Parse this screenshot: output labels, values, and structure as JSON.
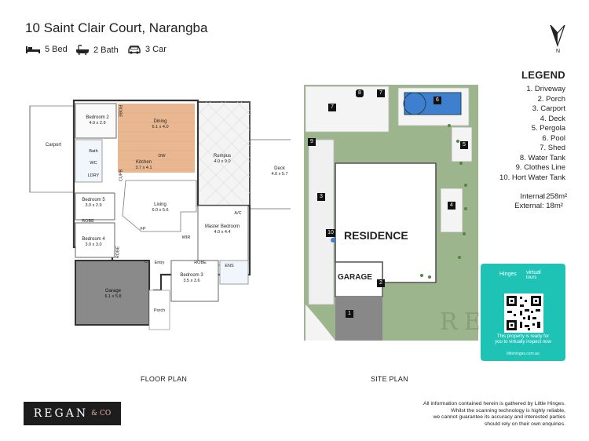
{
  "address": "10 Saint Clair Court, Narangba",
  "features": [
    {
      "icon": "bed-icon",
      "label": "5 Bed"
    },
    {
      "icon": "bath-icon",
      "label": "2 Bath"
    },
    {
      "icon": "car-icon",
      "label": "3 Car"
    }
  ],
  "north_label": "N",
  "legend": {
    "title": "LEGEND",
    "items": [
      "1. Driveway",
      "2. Porch",
      "3. Carport",
      "4. Deck",
      "5. Pergola",
      "6. Pool",
      "7. Shed",
      "8. Water Tank",
      "9. Clothes Line",
      "10. Hort Water Tank"
    ]
  },
  "areas": {
    "internal_label": "Internal",
    "internal_value": ": 258m²",
    "external_label": "External",
    "external_value": ": 18m²"
  },
  "floor_plan": {
    "caption": "FLOOR PLAN",
    "rooms": {
      "bedroom2": "Bedroom 2",
      "bedroom2_size": "4.0 x 2.9",
      "dining": "Dining",
      "dining_size": "6.1 x 4.0",
      "kitchen": "Kitchen",
      "kitchen_size": "3.7 x 4.1",
      "rumpus": "Rumpus",
      "rumpus_size": "4.0 x 9.0",
      "deck": "Deck",
      "deck_size": "4.0 x 5.7",
      "carport": "Carport",
      "bath": "Bath",
      "wc": "WC",
      "ldry": "LDRY",
      "bedroom5": "Bedroom 5",
      "bedroom5_size": "3.0 x 2.9",
      "living": "Living",
      "living_size": "6.0 x 5.6",
      "master": "Master Bedroom",
      "master_size": "4.0 x 4.4",
      "bedroom4": "Bedroom 4",
      "bedroom4_size": "3.0 x 3.0",
      "garage": "Garage",
      "garage_size": "6.1 x 5.8",
      "bedroom3": "Bedroom 3",
      "bedroom3_size": "3.5 x 3.6",
      "entry": "Entry",
      "porch": "Porch",
      "ens": "ENS",
      "wir": "WIR",
      "robe": "ROBE",
      "dw": "DW",
      "fp": "FP",
      "ac": "A/C",
      "c": "C",
      "cupb": "CUPB"
    }
  },
  "site_plan": {
    "caption": "SITE PLAN",
    "residence": "RESIDENCE",
    "garage": "GARAGE",
    "markers": [
      "1",
      "2",
      "3",
      "4",
      "5",
      "6",
      "7",
      "7",
      "8",
      "9",
      "10"
    ]
  },
  "brand": {
    "name": "REGAN",
    "suffix": "& CO",
    "watermark": "REGAN"
  },
  "virtual_tour": {
    "brand": "Hinges",
    "tag1": "virtual",
    "tag2": "tours",
    "line1": "This property is ready for",
    "line2": "you to virtually inspect now",
    "url": "littlehinges.com.au"
  },
  "disclaimer": [
    "All information contained herein is gathered by Little Hinges.",
    "Whilst the scanning technology is highly reliable,",
    "we cannot guarantee its accuracy and interested parties",
    "should rely on their own enquiries."
  ],
  "colors": {
    "accent": "#1fc3b6",
    "dining_floor": "#e9b892",
    "grass": "#9cb58c",
    "pool": "#3f7fd0"
  }
}
